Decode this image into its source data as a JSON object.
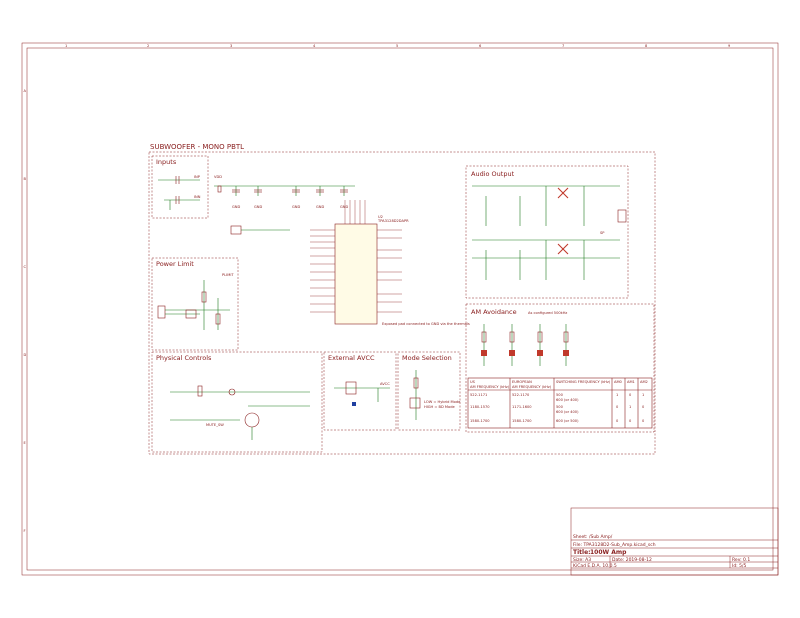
{
  "sheet": {
    "border_columns": [
      "1",
      "2",
      "3",
      "4",
      "5",
      "6",
      "7",
      "8",
      "9"
    ],
    "border_rows": [
      "A",
      "B",
      "C",
      "D",
      "E",
      "F"
    ],
    "main_title": "SUBWOOFER - MONO PBTL"
  },
  "sections": {
    "inputs": "Inputs",
    "power_limit": "Power Limit",
    "physical_controls": "Physical Controls",
    "external_avcc": "External AVCC",
    "mode_selection": "Mode Selection",
    "audio_output": "Audio Output",
    "am_avoidance": "AM Avoidance"
  },
  "labels": {
    "ic": "U2",
    "ic_part": "TPA3128D2DAPR",
    "exposed_pad": "Exposed pad connected to GND via the thermals",
    "am_note": "As configured 500kHz",
    "mode_note_1": "LOW = Hybrid Mode",
    "mode_note_2": "HIGH = BD Mode",
    "mute": "MUTE_SW",
    "speaker": "SP",
    "power": "PLIMIT",
    "avcc": "AVCC",
    "vdd": "VDD",
    "gnd": "GND"
  },
  "am_table": {
    "headers": [
      "US",
      "EUROPEAN",
      "SWITCHING FREQUENCY (kHz)",
      "AM0",
      "AM1",
      "AM2"
    ],
    "subheaders": [
      "AM FREQUENCY (kHz)",
      "AM FREQUENCY (kHz)",
      "",
      "",
      "",
      ""
    ],
    "rows": [
      [
        "522-1171",
        "522-1170",
        "500",
        "1",
        "0",
        "1"
      ],
      [
        "",
        "",
        "600 (or 400)",
        "",
        "",
        ""
      ],
      [
        "1180-1570",
        "1171-1600",
        "500",
        "0",
        "1",
        "0"
      ],
      [
        "",
        "",
        "600 (or 400)",
        "",
        "",
        ""
      ],
      [
        "1580-1700",
        "1580-1700",
        "600 (or 500)",
        "0",
        "0",
        "0"
      ]
    ]
  },
  "title_block": {
    "sheet": "Sheet: /Sub Amp/",
    "file": "File: TPA3128D2-Sub_Amp.kicad_sch",
    "title_label": "Title:",
    "title": "100W Amp",
    "size": "Size: A3",
    "date": "Date: 2019-08-12",
    "rev": "Rev: 0.1",
    "tool": "KiCad E.D.A. 10.0.5",
    "id": "Id: 5/5"
  }
}
